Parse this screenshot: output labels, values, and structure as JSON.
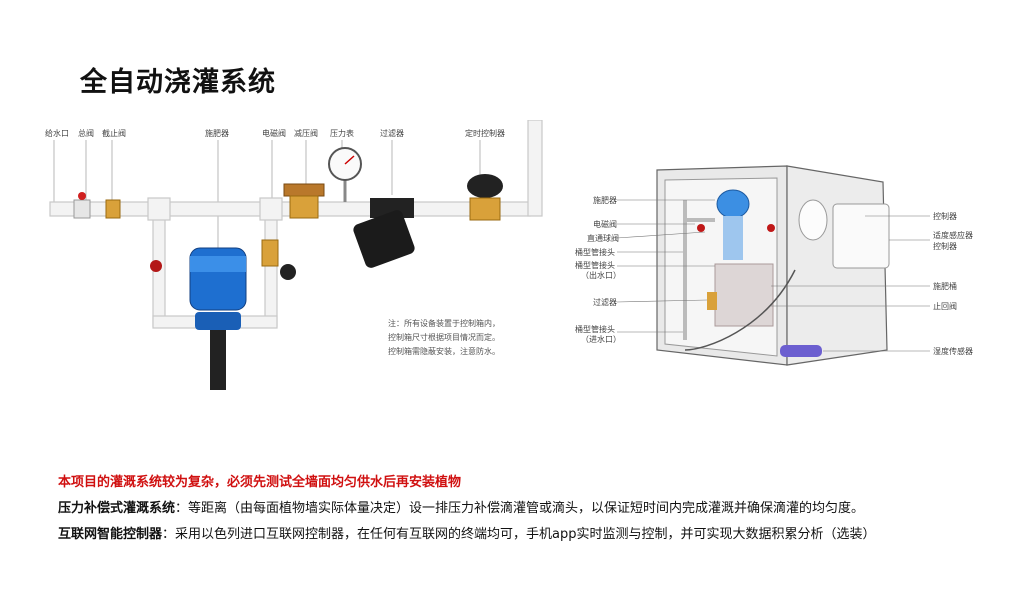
{
  "title": "全自动浇灌系统",
  "left_diagram": {
    "labels": [
      "给水口",
      "总阀",
      "截止阀",
      "施肥器",
      "电磁阀",
      "减压阀",
      "压力表",
      "过滤器",
      "定时控制器"
    ],
    "note_lines": [
      "注：所有设备装置于控制箱内，",
      "控制箱尺寸根据项目情况而定。",
      "控制箱需隐蔽安装，注意防水。"
    ]
  },
  "right_diagram": {
    "left_labels": [
      "施肥器",
      "电磁阀",
      "直通球阀",
      "桶型管接头",
      "桶型管接头",
      "（出水口）",
      "过滤器",
      "桶型管接头",
      "（进水口）"
    ],
    "right_labels": [
      "控制器",
      "适度感应器",
      "控制器",
      "施肥桶",
      "止回阀",
      "湿度传感器"
    ]
  },
  "text": {
    "warning": "本项目的灌溉系统较为复杂，必须先测试全墙面均匀供水后再安装植物",
    "line1_bold": "压力补偿式灌溉系统",
    "line1_rest": "：等距离（由每面植物墙实际体量决定）设一排压力补偿滴灌管或滴头，以保证短时间内完成灌溉并确保滴灌的均匀度。",
    "line2_bold": "互联网智能控制器",
    "line2_rest": "：采用以色列进口互联网控制器，在任何有互联网的终端均可，手机app实时监测与控制，并可实现大数据积累分析（选装）"
  }
}
